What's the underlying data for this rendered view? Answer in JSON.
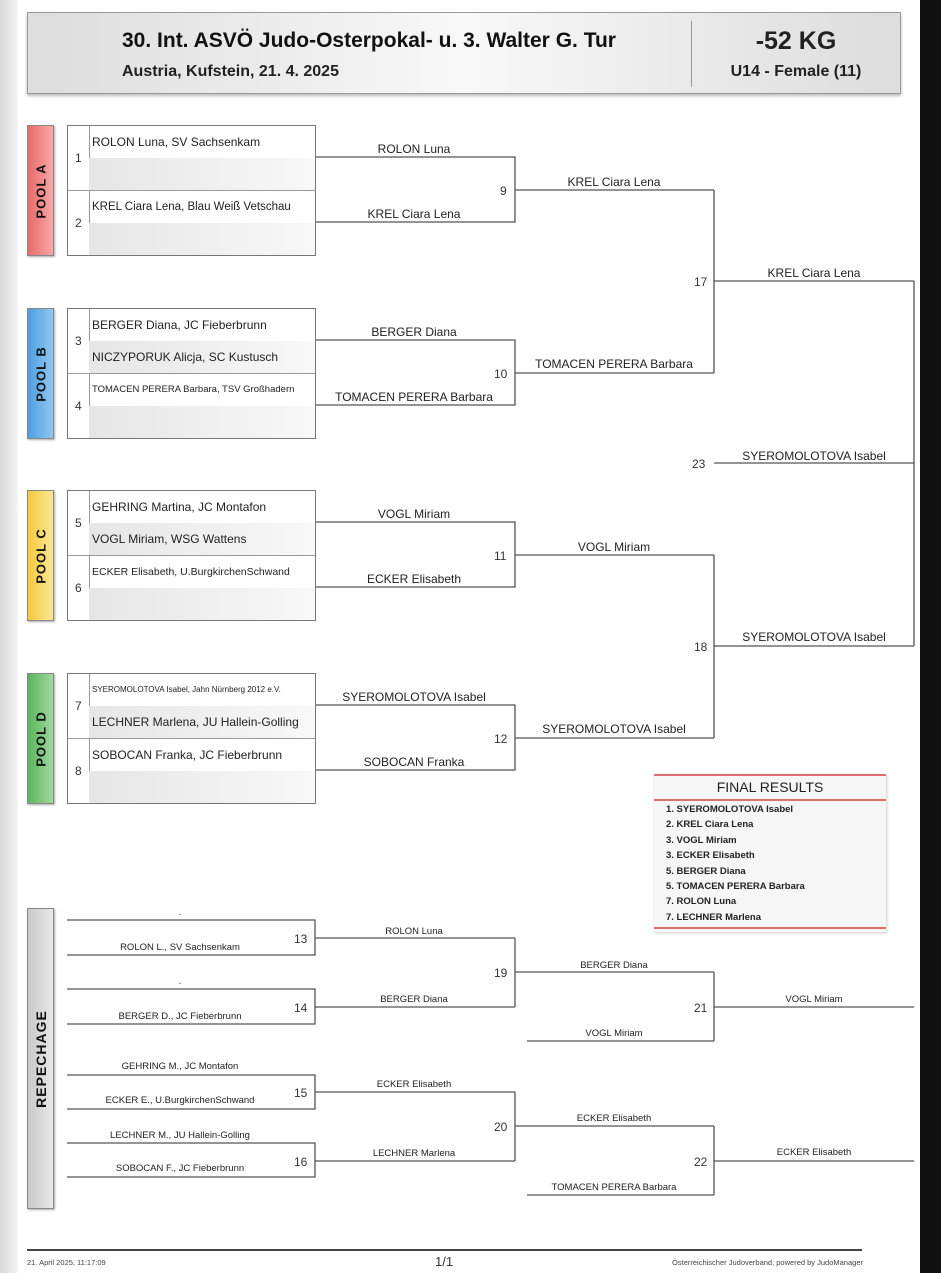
{
  "header": {
    "title": "30. Int. ASVÖ Judo-Osterpokal- u. 3. Walter G. Tur",
    "subtitle": "Austria, Kufstein, 21. 4. 2025",
    "weight": "-52 KG",
    "category": "U14 - Female (11)"
  },
  "pools": [
    {
      "label": "POOL A",
      "color": "#f08686",
      "competitors": [
        {
          "num": "1",
          "name": "ROLON Luna, SV Sachsenkam",
          "second": ""
        },
        {
          "num": "2",
          "name": "KREL Ciara Lena, Blau Weiß Vetschau",
          "second": ""
        }
      ]
    },
    {
      "label": "POOL B",
      "color": "#6aaee6",
      "competitors": [
        {
          "num": "3",
          "name": "BERGER Diana, JC Fieberbrunn",
          "second": "NICZYPORUK Alicja, SC Kustusch"
        },
        {
          "num": "4",
          "name": "TOMACEN PERERA Barbara, TSV Großhadern",
          "second": ""
        }
      ]
    },
    {
      "label": "POOL C",
      "color": "#f8d860",
      "competitors": [
        {
          "num": "5",
          "name": "GEHRING Martina, JC Montafon",
          "second": "VOGL Miriam, WSG Wattens"
        },
        {
          "num": "6",
          "name": "ECKER Elisabeth, U.BurgkirchenSchwand",
          "second": ""
        }
      ]
    },
    {
      "label": "POOL D",
      "color": "#7cc47c",
      "competitors": [
        {
          "num": "7",
          "name": "SYEROMOLOTOVA Isabel, Jahn Nürnberg 2012 e.V.",
          "second": "LECHNER Marlena, JU Hallein-Golling"
        },
        {
          "num": "8",
          "name": "SOBOCAN Franka, JC Fieberbrunn",
          "second": ""
        }
      ]
    }
  ],
  "main": {
    "m9": {
      "num": "9",
      "top": "ROLON Luna",
      "bottom": "KREL Ciara Lena",
      "winner": "KREL Ciara Lena"
    },
    "m10": {
      "num": "10",
      "top": "BERGER Diana",
      "bottom": "TOMACEN PERERA Barbara",
      "winner": "TOMACEN PERERA Barbara"
    },
    "m11": {
      "num": "11",
      "top": "VOGL Miriam",
      "bottom": "ECKER Elisabeth",
      "winner": "VOGL Miriam"
    },
    "m12": {
      "num": "12",
      "top": "SYEROMOLOTOVA Isabel",
      "bottom": "SOBOCAN Franka",
      "winner": "SYEROMOLOTOVA Isabel"
    },
    "m17": {
      "num": "17",
      "winner": "KREL Ciara Lena"
    },
    "m18": {
      "num": "18",
      "winner": "SYEROMOLOTOVA Isabel"
    },
    "m23": {
      "num": "23",
      "winner": "SYEROMOLOTOVA Isabel"
    }
  },
  "results": {
    "title": "FINAL RESULTS",
    "items": [
      "1. SYEROMOLOTOVA Isabel",
      "2. KREL Ciara Lena",
      "3. VOGL Miriam",
      "3. ECKER Elisabeth",
      "5. BERGER Diana",
      "5. TOMACEN PERERA Barbara",
      "7. ROLON Luna",
      "7. LECHNER Marlena"
    ]
  },
  "repechage": {
    "label": "REPECHAGE",
    "m13": {
      "num": "13",
      "top": ".",
      "bottom": "ROLON L., SV Sachsenkam",
      "winner": "ROLON Luna"
    },
    "m14": {
      "num": "14",
      "top": ".",
      "bottom": "BERGER D., JC Fieberbrunn",
      "winner": "BERGER Diana"
    },
    "m15": {
      "num": "15",
      "top": "GEHRING M., JC Montafon",
      "bottom": "ECKER E., U.BurgkirchenSchwand",
      "winner": "ECKER Elisabeth"
    },
    "m16": {
      "num": "16",
      "top": "LECHNER M., JU Hallein-Golling",
      "bottom": "SOBOCAN F., JC Fieberbrunn",
      "winner": "LECHNER Marlena"
    },
    "m19": {
      "num": "19",
      "winner": "BERGER Diana"
    },
    "m20": {
      "num": "20",
      "winner": "ECKER Elisabeth"
    },
    "m21": {
      "num": "21",
      "other": "VOGL Miriam",
      "winner": "VOGL Miriam"
    },
    "m22": {
      "num": "22",
      "other": "TOMACEN PERERA Barbara",
      "winner": "ECKER Elisabeth"
    }
  },
  "footer": {
    "timestamp": "21. April 2025, 11:17:09",
    "page": "1/1",
    "credit": "Österreichischer Judoverband, powered by JudoManager"
  }
}
